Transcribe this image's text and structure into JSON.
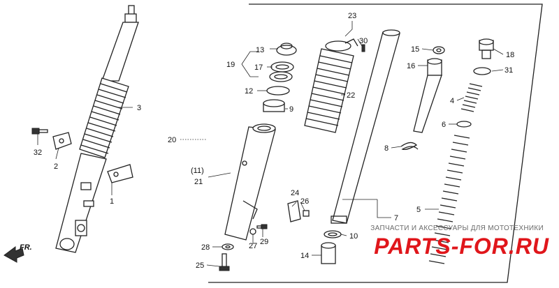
{
  "diagram": {
    "callouts": [
      {
        "id": "1",
        "text": "1"
      },
      {
        "id": "2",
        "text": "2"
      },
      {
        "id": "3",
        "text": "3"
      },
      {
        "id": "4",
        "text": "4"
      },
      {
        "id": "5",
        "text": "5"
      },
      {
        "id": "6",
        "text": "6"
      },
      {
        "id": "7",
        "text": "7"
      },
      {
        "id": "8",
        "text": "8"
      },
      {
        "id": "9",
        "text": "9"
      },
      {
        "id": "10",
        "text": "10"
      },
      {
        "id": "11",
        "text": "(11)"
      },
      {
        "id": "12",
        "text": "12"
      },
      {
        "id": "13",
        "text": "13"
      },
      {
        "id": "14",
        "text": "14"
      },
      {
        "id": "15",
        "text": "15"
      },
      {
        "id": "16",
        "text": "16"
      },
      {
        "id": "17",
        "text": "17"
      },
      {
        "id": "18",
        "text": "18"
      },
      {
        "id": "19",
        "text": "19"
      },
      {
        "id": "20",
        "text": "20"
      },
      {
        "id": "21",
        "text": "21"
      },
      {
        "id": "22",
        "text": "22"
      },
      {
        "id": "23",
        "text": "23"
      },
      {
        "id": "24",
        "text": "24"
      },
      {
        "id": "25",
        "text": "25"
      },
      {
        "id": "26",
        "text": "26"
      },
      {
        "id": "27",
        "text": "27"
      },
      {
        "id": "28",
        "text": "28"
      },
      {
        "id": "29",
        "text": "29"
      },
      {
        "id": "30",
        "text": "30"
      },
      {
        "id": "31",
        "text": "31"
      },
      {
        "id": "32",
        "text": "32"
      }
    ],
    "direction_label": "FR.",
    "watermark": {
      "caption": "ЗАПЧАСТИ И АКСЕССУАРЫ ДЛЯ МОТОТЕХНИКИ",
      "brand": "PARTS-FOR.RU"
    }
  }
}
